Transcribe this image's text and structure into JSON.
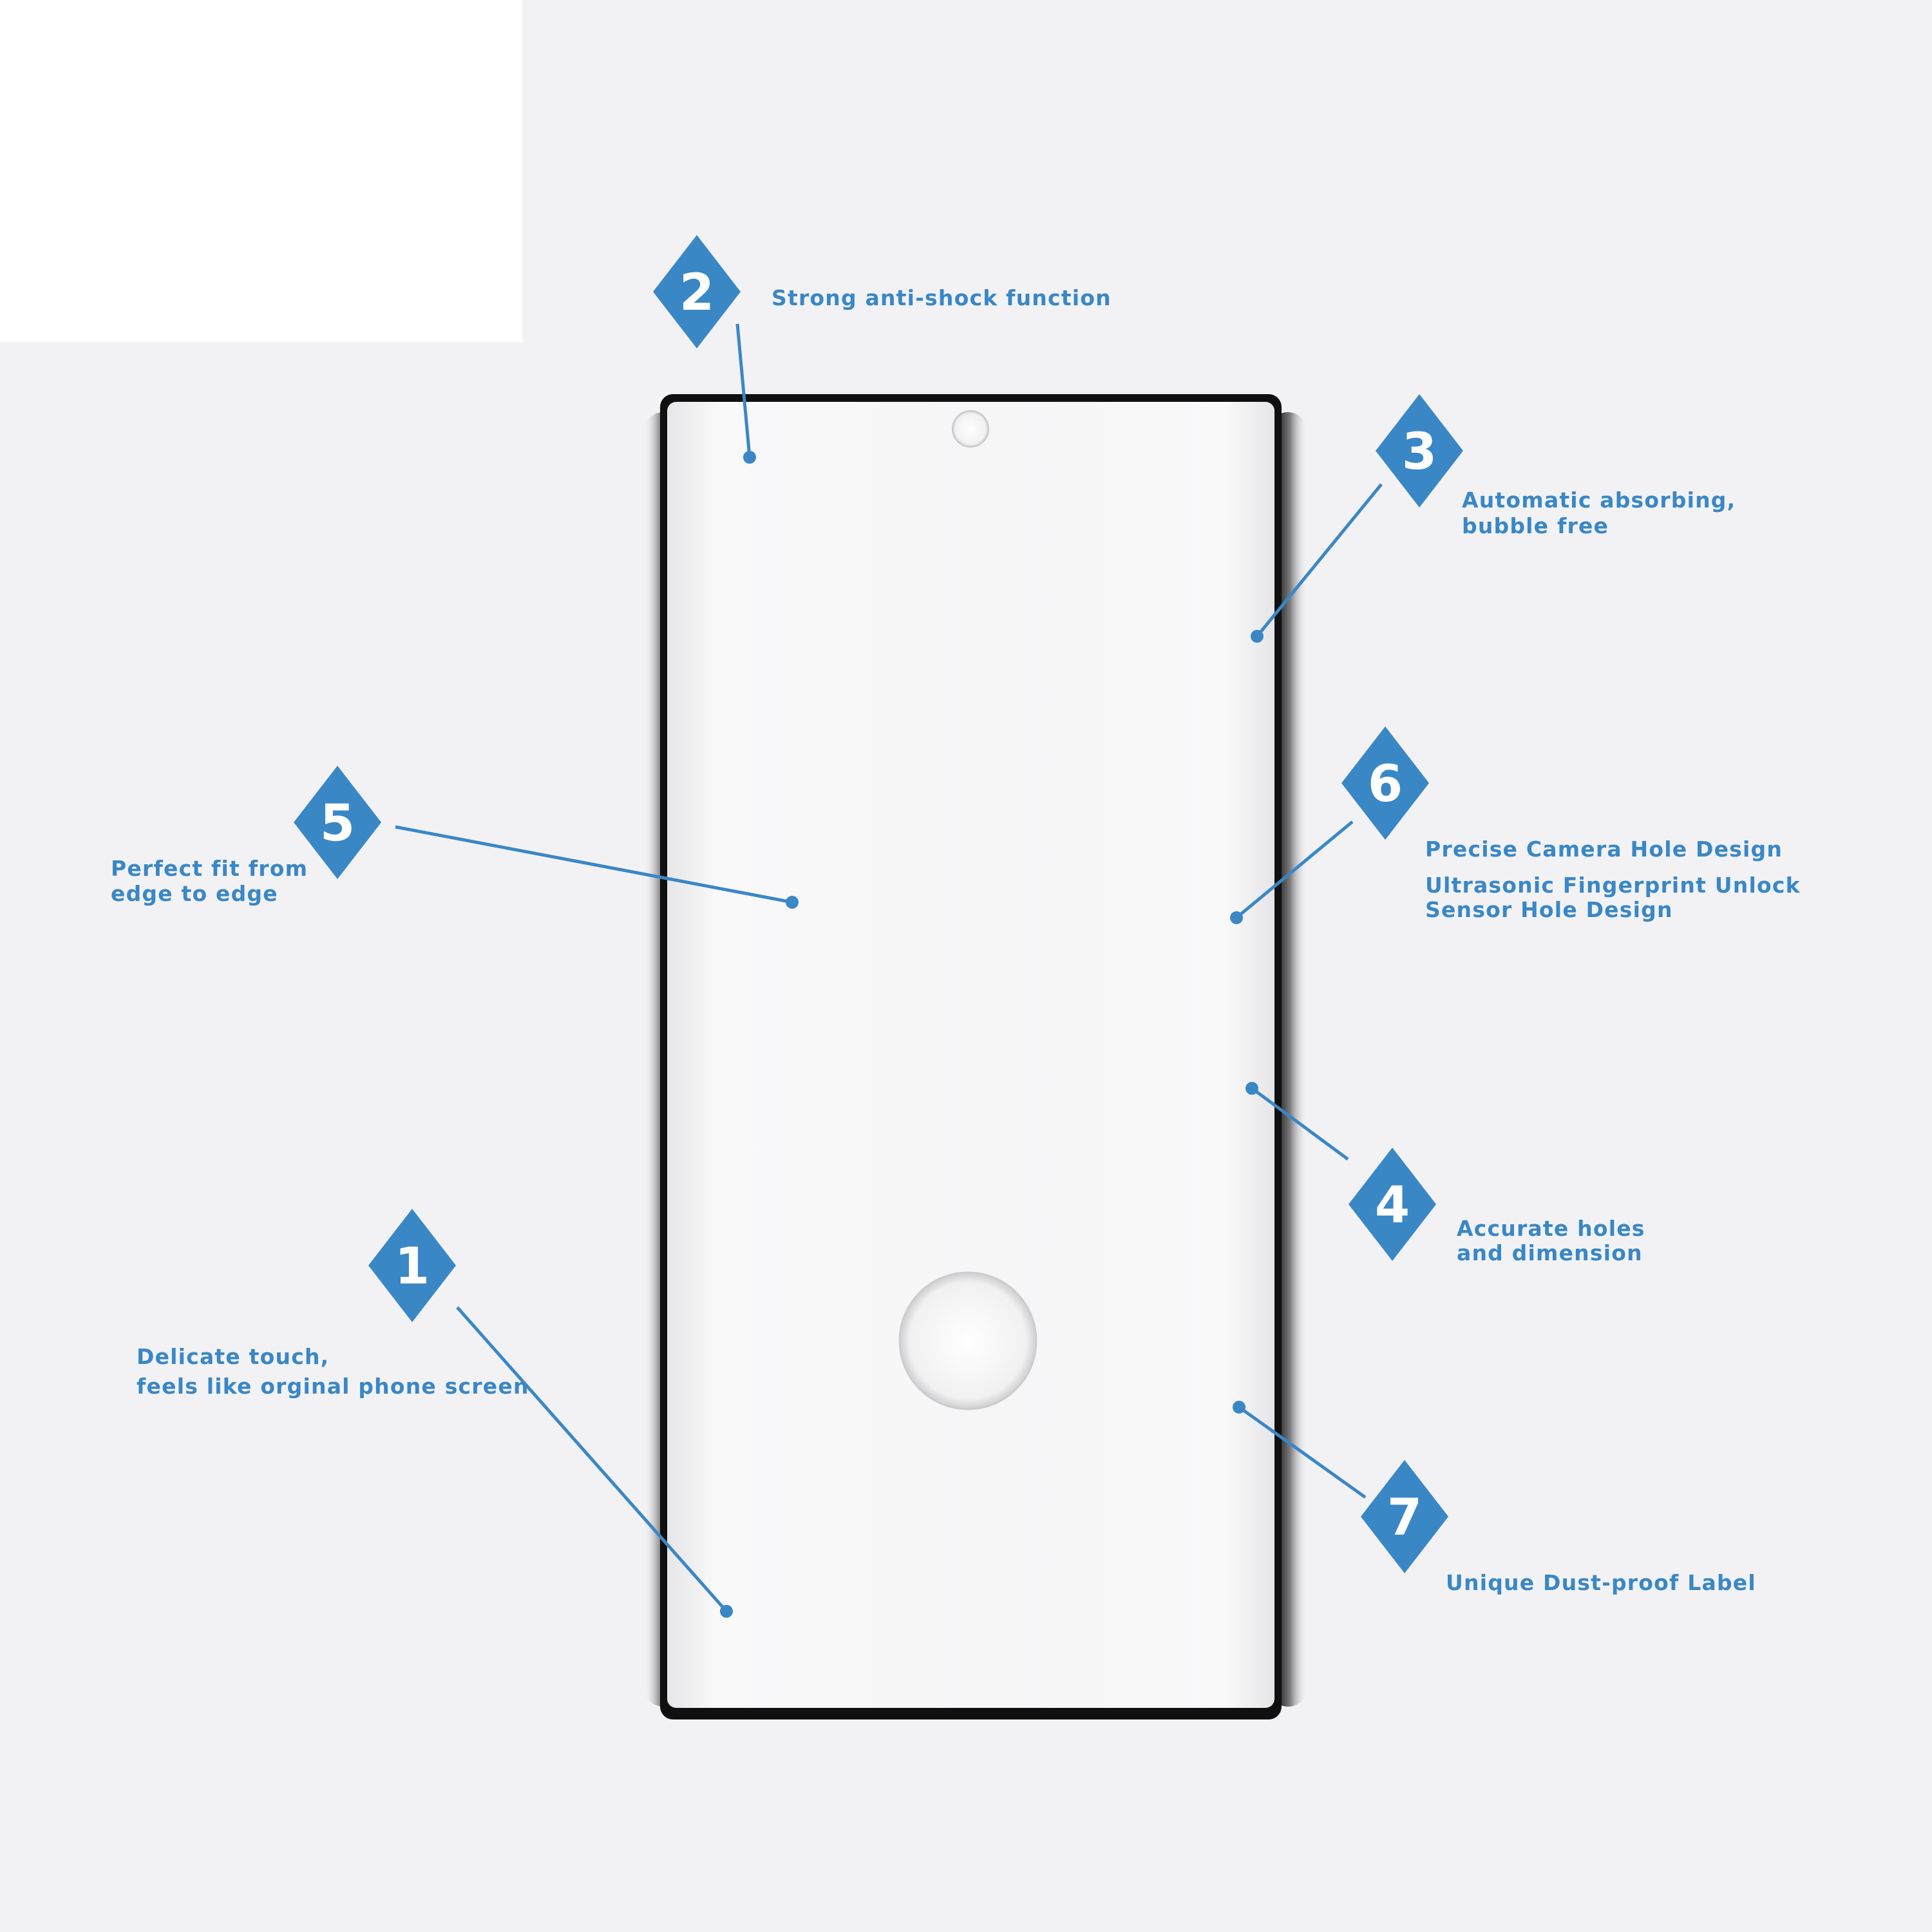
{
  "colors": {
    "accent": "#3a87c6",
    "text": "#3a87c6",
    "background": "#f2f2f4",
    "bezel": "#101010",
    "screen": "#f8f8f9"
  },
  "callouts": [
    {
      "id": "1",
      "number": "1",
      "lines": [
        "Delicate touch,",
        " feels like orginal phone screen"
      ]
    },
    {
      "id": "2",
      "number": "2",
      "lines": [
        "Strong anti-shock function"
      ]
    },
    {
      "id": "3",
      "number": "3",
      "lines": [
        "Automatic absorbing,",
        "bubble free"
      ]
    },
    {
      "id": "4",
      "number": "4",
      "lines": [
        "Accurate holes",
        " and dimension"
      ]
    },
    {
      "id": "5",
      "number": "5",
      "lines": [
        "Perfect fit from",
        "edge to edge"
      ]
    },
    {
      "id": "6",
      "number": "6",
      "lines": [
        "Precise Camera Hole Design",
        "Ultrasonic Fingerprint Unlock",
        "Sensor Hole Design"
      ]
    },
    {
      "id": "7",
      "number": "7",
      "lines": [
        "Unique Dust-proof Label"
      ]
    }
  ],
  "icons": {
    "camera_hole": "camera-hole-icon",
    "fingerprint_sensor": "fingerprint-sensor-icon",
    "badge": "diamond-badge-icon"
  }
}
